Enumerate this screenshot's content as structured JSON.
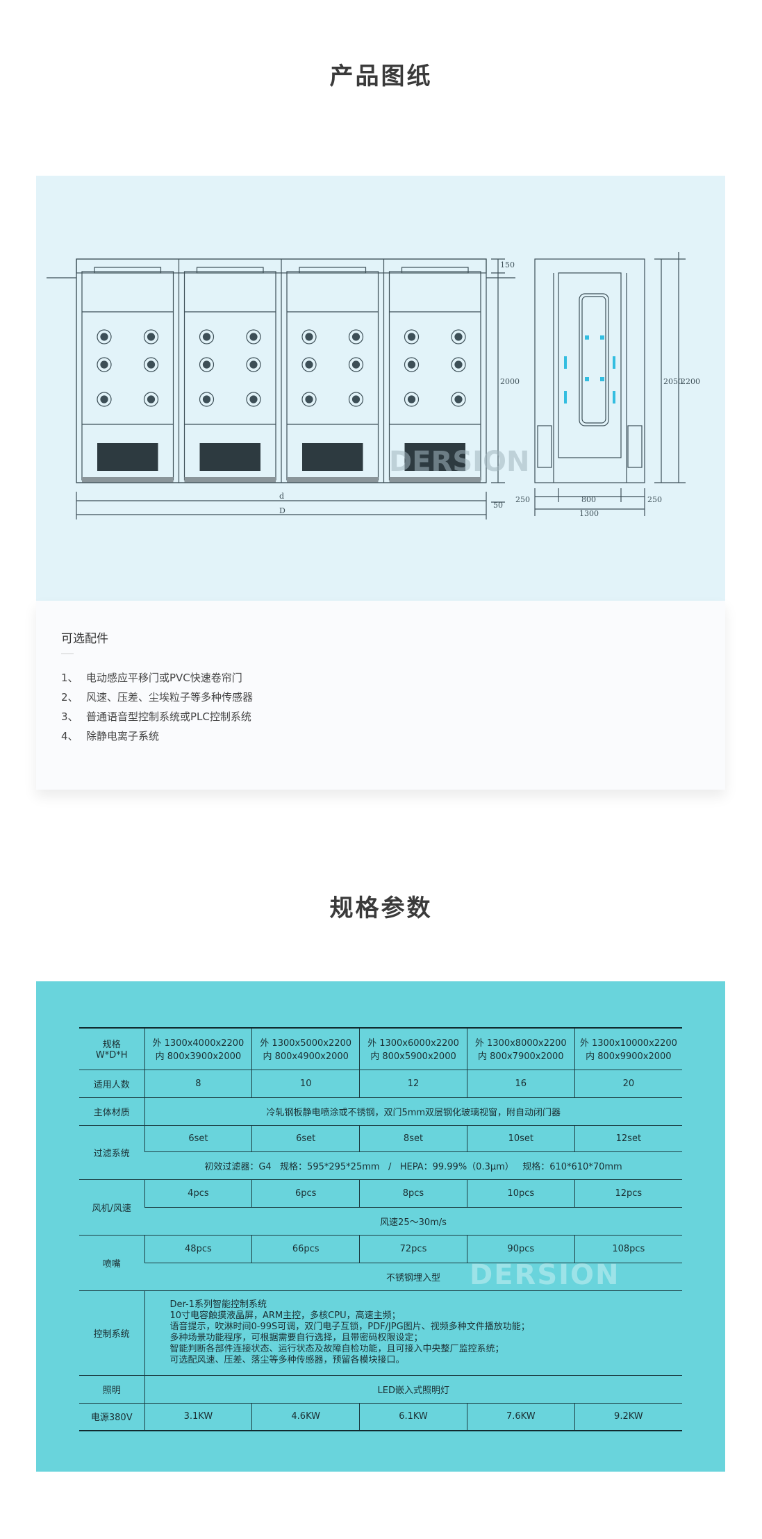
{
  "titles": {
    "drawings": "产品图纸",
    "specs": "规格参数"
  },
  "drawing": {
    "watermark": "DERSION",
    "front_labels": {
      "d": "d",
      "D": "D",
      "h150": "150",
      "h2000": "2000",
      "h50": "50"
    },
    "side_labels": {
      "w250a": "250",
      "w800": "800",
      "w250b": "250",
      "w1300": "1300",
      "h2050": "2050",
      "h2200": "2200"
    }
  },
  "options": {
    "title": "可选配件",
    "items": [
      {
        "num": "1、",
        "text": "电动感应平移门或PVC快速卷帘门"
      },
      {
        "num": "2、",
        "text": "风速、压差、尘埃粒子等多种传感器"
      },
      {
        "num": "3、",
        "text": "普通语音型控制系统或PLC控制系统"
      },
      {
        "num": "4、",
        "text": " 除静电离子系统"
      }
    ]
  },
  "specs": {
    "watermark": "DERSION",
    "header": {
      "label": "规格\nW*D*H",
      "models": [
        "外 1300x4000x2200\n内 800x3900x2000",
        "外 1300x5000x2200\n内 800x4900x2000",
        "外 1300x6000x2200\n内 800x5900x2000",
        "外 1300x8000x2200\n内 800x7900x2000",
        "外 1300x10000x2200\n内 800x9900x2000"
      ]
    },
    "people": {
      "label": "适用人数",
      "values": [
        "8",
        "10",
        "12",
        "16",
        "20"
      ]
    },
    "material": {
      "label": "主体材质",
      "value": "冷轧钢板静电喷涂或不锈钢，双门5mm双层钢化玻璃视窗，附自动闭门器"
    },
    "filter": {
      "label": "过滤系统",
      "values": [
        "6set",
        "6set",
        "8set",
        "10set",
        "12set"
      ],
      "note": "初效过滤器：G4   规格：595*295*25mm   /   HEPA：99.99%（0.3μm）   规格：610*610*70mm"
    },
    "fan": {
      "label": "风机/风速",
      "values": [
        "4pcs",
        "6pcs",
        "8pcs",
        "10pcs",
        "12pcs"
      ],
      "note": "风速25～30m/s"
    },
    "nozzle": {
      "label": "喷嘴",
      "values": [
        "48pcs",
        "66pcs",
        "72pcs",
        "90pcs",
        "108pcs"
      ],
      "note": "不锈钢埋入型"
    },
    "control": {
      "label": "控制系统",
      "lines": [
        "Der-1系列智能控制系统",
        "10寸电容触摸液晶屏，ARM主控，多核CPU，高速主频；",
        "语音提示，吹淋时间0-99S可调，双门电子互锁，PDF/JPG图片、视频多种文件播放功能；",
        "多种场景功能程序，可根据需要自行选择，且带密码权限设定；",
        "智能判断各部件连接状态、运行状态及故障自检功能，且可接入中央整厂监控系统；",
        "可选配风速、压差、落尘等多种传感器，预留各模块接口。"
      ]
    },
    "lighting": {
      "label": "照明",
      "value": "LED嵌入式照明灯"
    },
    "power": {
      "label": "电源380V",
      "values": [
        "3.1KW",
        "4.6KW",
        "6.1KW",
        "7.6KW",
        "9.2KW"
      ]
    }
  }
}
